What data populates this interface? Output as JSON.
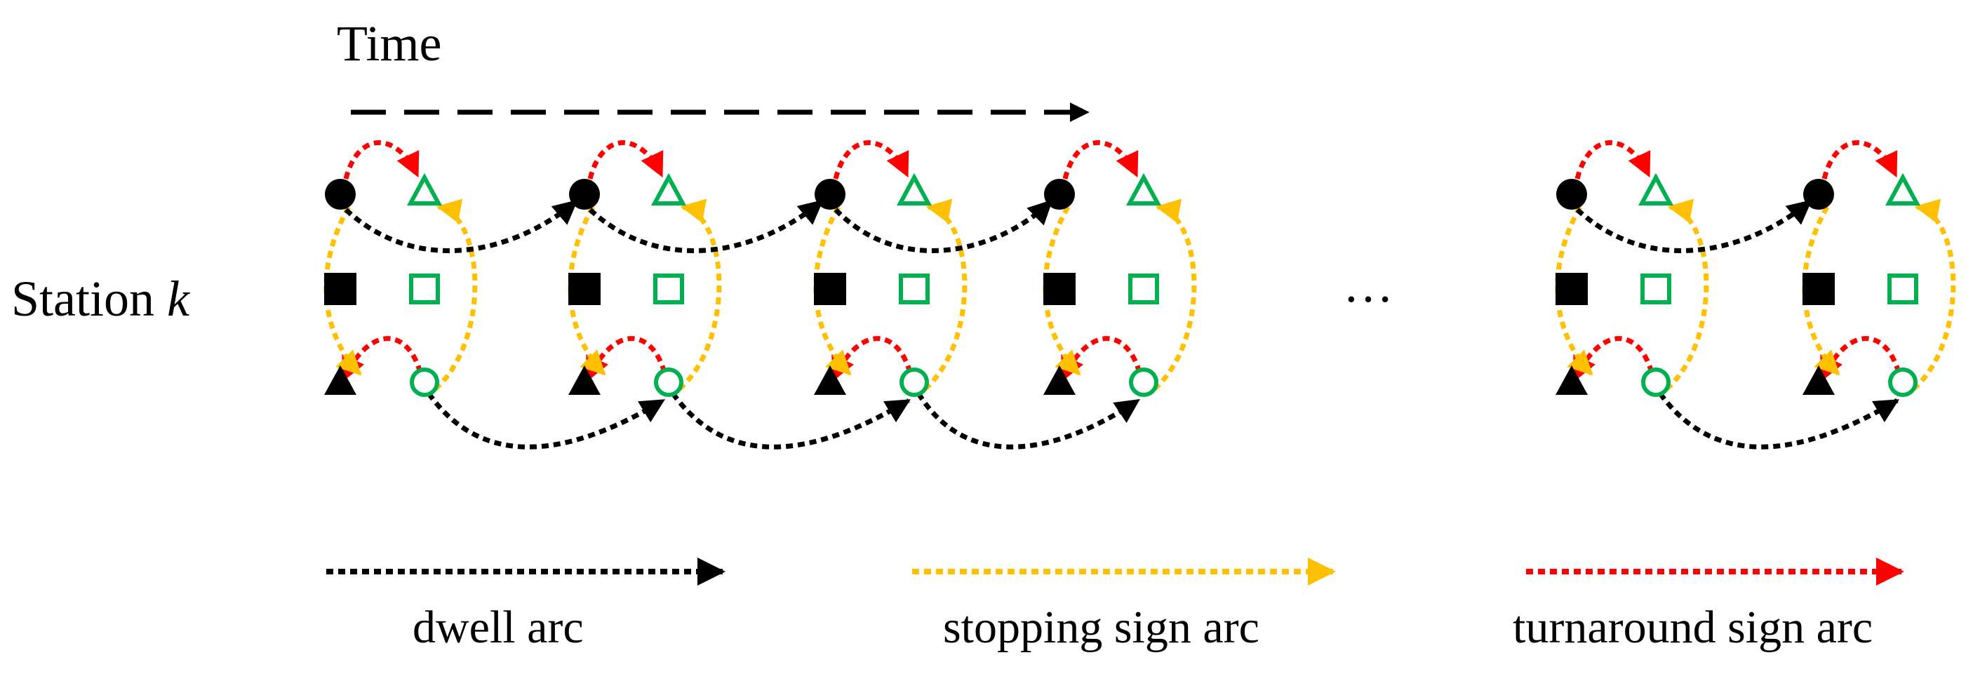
{
  "time_label": "Time",
  "station_label": "Station",
  "station_var": "k",
  "ellipsis": "…",
  "legend": [
    {
      "key": "dwell",
      "label": "dwell arc",
      "color": "#000000"
    },
    {
      "key": "stopping",
      "label": "stopping sign arc",
      "color": "#FFC000"
    },
    {
      "key": "turnaround",
      "label": "turnaround sign arc",
      "color": "#FF0000"
    }
  ],
  "colors": {
    "dwell": "#000000",
    "stopping": "#FFC000",
    "turnaround": "#FF0000",
    "origin_node": "#000000",
    "sign_node": "#00B050"
  },
  "node_groups": 6,
  "dwell_links": [
    [
      0,
      1
    ],
    [
      1,
      2
    ],
    [
      2,
      3
    ],
    [
      4,
      5
    ]
  ],
  "node_legend_icons": [
    "circle-filled",
    "square-filled",
    "triangle-filled",
    "triangle-open",
    "square-open",
    "circle-open"
  ]
}
